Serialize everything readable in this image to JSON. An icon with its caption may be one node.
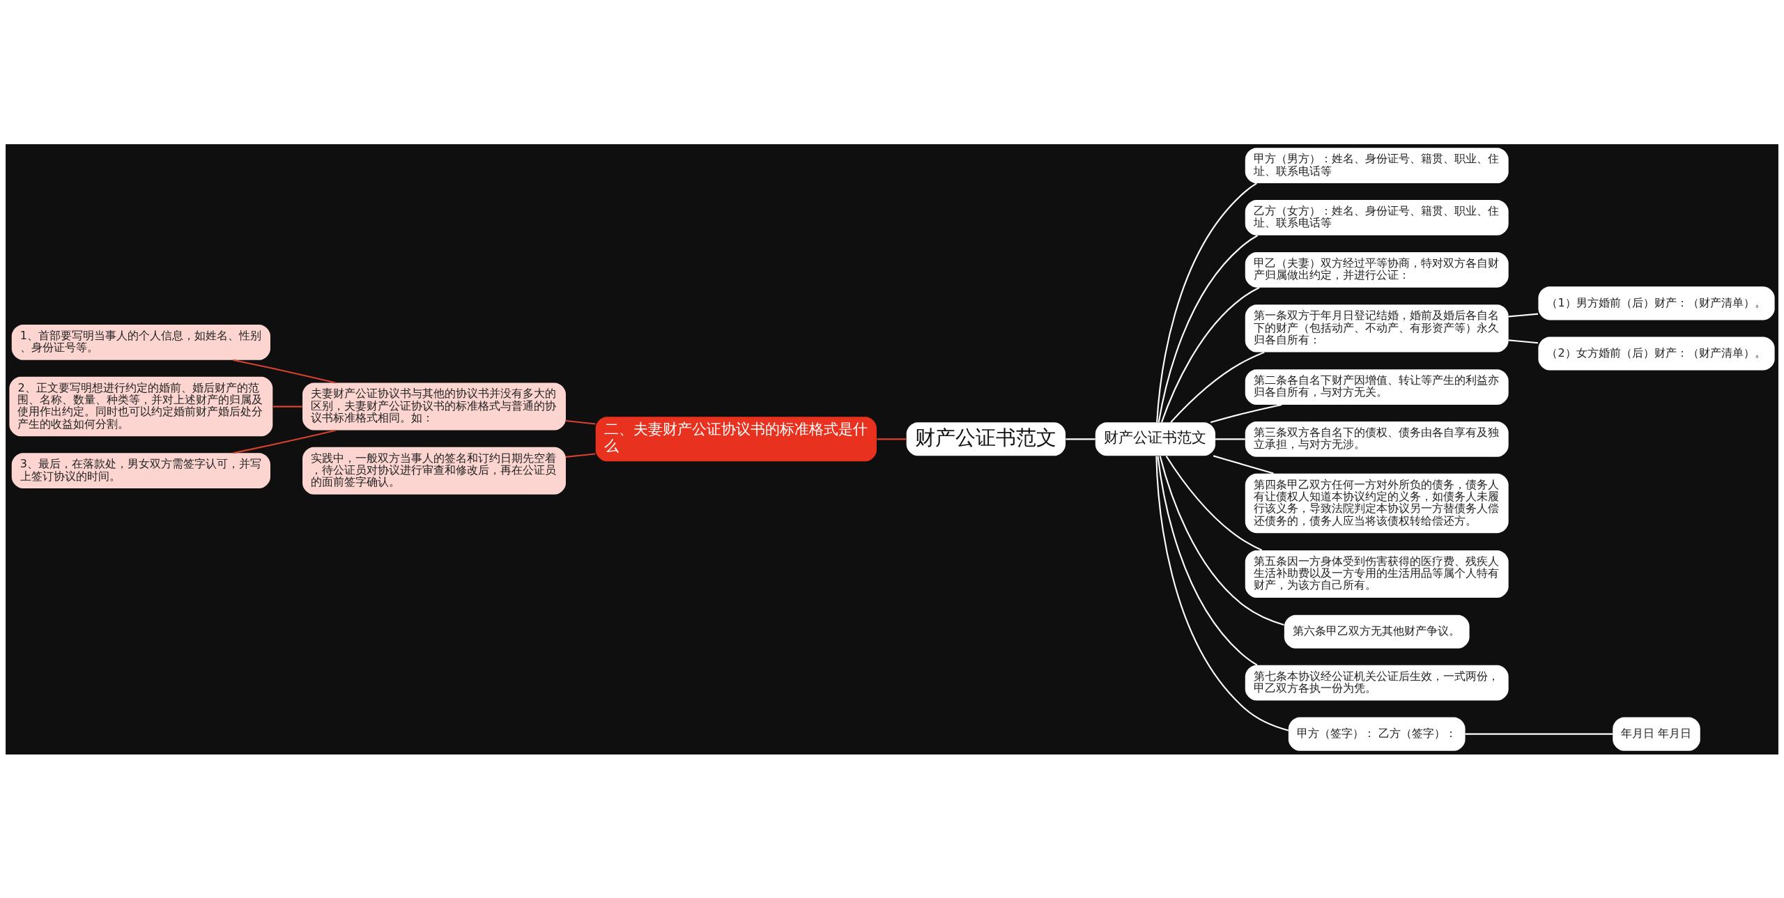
{
  "diagram": {
    "nodes": [
      {
        "text": [
          "财产公证书范文"
        ]
      },
      {
        "text": [
          "财产公证书范文"
        ]
      },
      {
        "text": [
          "甲方（男方）：姓名、身份证号、籍贯、职业、住址、联系电话等"
        ]
      },
      {
        "text": [
          "乙方（女方）：姓名、身份证号、籍贯、职业、住址、联系电话等"
        ]
      },
      {
        "text": [
          "甲乙（夫妻）双方经过平等协商，特对双方各自财产归属做出约定，并进行公证："
        ]
      },
      {
        "text": [
          "第一条双方于年月日登记结婚，婚前及婚后各自名下的财产（包括动产、不动产、有形资产等）永久归各自所有："
        ]
      },
      {
        "text": [
          "（1）男方婚前（后）财产：（财产清单）。"
        ]
      },
      {
        "text": [
          "（2）女方婚前（后）财产：（财产清单）。"
        ]
      },
      {
        "text": [
          "第二条各自名下财产因增值、转让等产生的利益亦归各自所有，与对方无关。"
        ]
      },
      {
        "text": [
          "第三条双方各自名下的债权、债务由各自享有及独立承担，与对方无涉。"
        ]
      },
      {
        "text": [
          "第四条甲乙双方任何一方对外所负的债务，债务人有让债权人知道本协议约定的义务，如债务人未履行该义务，导致法院判定本协议另一方替债务人偿还债务的，债务人应当将该债权转给偿还方。"
        ]
      },
      {
        "text": [
          "第五条因一方身体受到伤害获得的医疗费、残疾人生活补助费以及一方专用的生活用品等属个人特有财产，为该方自己所有。"
        ]
      },
      {
        "text": [
          "第六条甲乙双方无其他财产争议。"
        ]
      },
      {
        "text": [
          "第七条本协议经公证机关公证后生效，一式两份，甲乙双方各执一份为凭。"
        ]
      },
      {
        "text": [
          "甲方（签字）： 乙方（签字）："
        ]
      },
      {
        "text": [
          "年月日 年月日"
        ]
      },
      {
        "text": [
          "二、夫妻财产公证协议书的标准格式是什么"
        ]
      },
      {
        "text": [
          "夫妻财产公证协议书与其他的协议书并没有多大的区别，夫妻财产公证协议书的标准格式与普通的协议书标准格式相同。如："
        ]
      },
      {
        "text": [
          "1、首部要写明当事人的个人信息，如姓名、性别、身份证号等。"
        ]
      },
      {
        "text": [
          "2、正文要写明想进行约定的婚前、婚后财产的范围、名称、数量、种类等，并对上述财产的归属及使用作出约定。同时也可以约定婚前财产婚后处分产生的收益如何分割。"
        ]
      },
      {
        "text": [
          "3、最后，在落款处，男女双方需签字认可，并写上签订协议的时间。"
        ]
      },
      {
        "text": [
          "实践中，一般双方当事人的签名和订约日期先空着，待公证员对协议进行审查和修改后，再在公证员的面前签字确认。"
        ]
      }
    ],
    "edges": [
      {
        "from": 0,
        "to": 1,
        "arrow": "none"
      },
      {
        "from": 1,
        "to": 2,
        "arrow": "none"
      },
      {
        "from": 1,
        "to": 3,
        "arrow": "none"
      },
      {
        "from": 1,
        "to": 4,
        "arrow": "none"
      },
      {
        "from": 1,
        "to": 5,
        "arrow": "none"
      },
      {
        "from": 5,
        "to": 6,
        "arrow": "none"
      },
      {
        "from": 5,
        "to": 7,
        "arrow": "none"
      },
      {
        "from": 1,
        "to": 8,
        "arrow": "none"
      },
      {
        "from": 1,
        "to": 9,
        "arrow": "none"
      },
      {
        "from": 1,
        "to": 10,
        "arrow": "none"
      },
      {
        "from": 1,
        "to": 11,
        "arrow": "none"
      },
      {
        "from": 1,
        "to": 12,
        "arrow": "none"
      },
      {
        "from": 1,
        "to": 13,
        "arrow": "none"
      },
      {
        "from": 1,
        "to": 14,
        "arrow": "none"
      },
      {
        "from": 14,
        "to": 15,
        "arrow": "none"
      },
      {
        "from": 0,
        "to": 16,
        "arrow": "none",
        "color": "#d9412f"
      },
      {
        "from": 16,
        "to": 17,
        "arrow": "none",
        "color": "#d9412f"
      },
      {
        "from": 17,
        "to": 18,
        "arrow": "none",
        "color": "#d9412f"
      },
      {
        "from": 17,
        "to": 19,
        "arrow": "none",
        "color": "#d9412f"
      },
      {
        "from": 17,
        "to": 20,
        "arrow": "none",
        "color": "#d9412f"
      },
      {
        "from": 16,
        "to": 21,
        "arrow": "none",
        "color": "#d9412f"
      }
    ]
  }
}
